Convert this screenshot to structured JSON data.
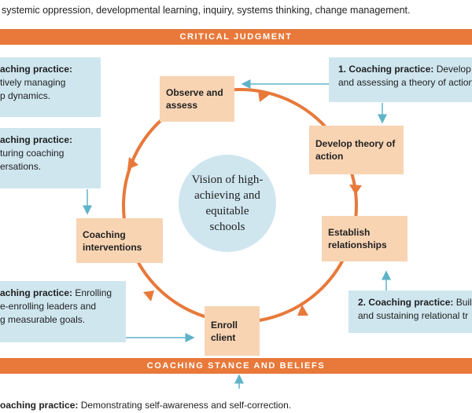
{
  "top_text": "systemic oppression, developmental learning, inquiry, systems thinking, change management.",
  "bands": {
    "critical_judgment": "CRITICAL JUDGMENT",
    "coaching_stance": "COACHING STANCE AND BELIEFS"
  },
  "vision": "Vision of high-achieving and equitable schools",
  "steps": {
    "observe": "Observe and assess",
    "develop": "Develop theory of action",
    "establish": "Establish relationships",
    "enroll": "Enroll client",
    "interventions": "Coaching interventions"
  },
  "practices": {
    "left_top": {
      "prefix": "aching practice:",
      "line1": "tively managing",
      "line2": "p dynamics."
    },
    "left_mid": {
      "prefix": "aching practice:",
      "line1": "turing coaching",
      "line2": "ersations."
    },
    "left_low": {
      "prefix": "aching practice:",
      "rest": " Enrolling",
      "line1": "e-enrolling leaders and",
      "line2": "g measurable goals."
    },
    "right_top": {
      "prefix": "1. Coaching practice:",
      "rest": " Develop",
      "line1": "and assessing a theory of action"
    },
    "right_low": {
      "prefix": "2. Coaching practice:",
      "rest": " Buil",
      "line1": "and sustaining relational tr"
    },
    "bottom": {
      "prefix": "oaching practice:",
      "rest": " Demonstrating self-awareness and self-correction."
    }
  },
  "colors": {
    "orange": "#e8793a",
    "blue_box": "#cfe6ef",
    "peach_box": "#f8d4b3",
    "arrow_blue": "#5fb3c8"
  }
}
